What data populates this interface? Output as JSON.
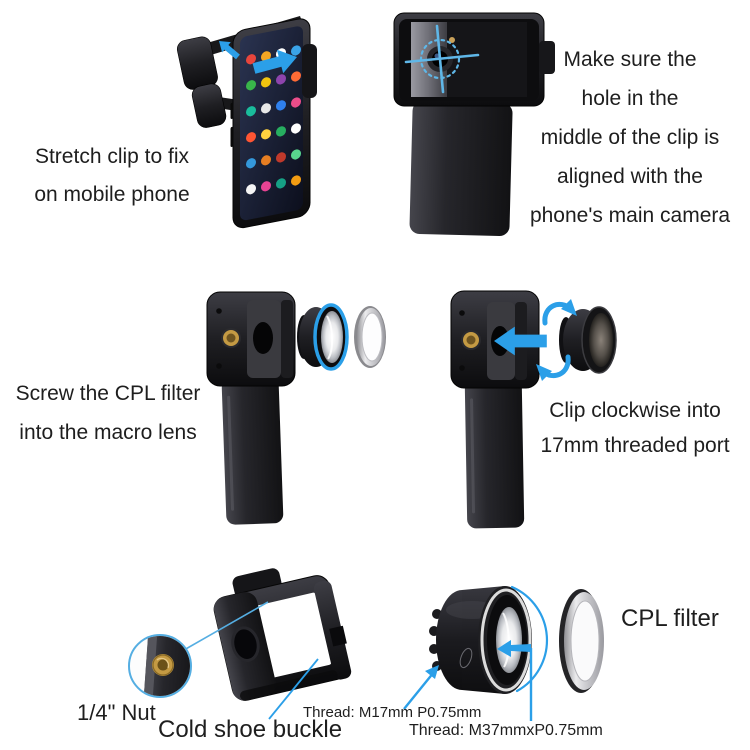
{
  "colors": {
    "background": "#ffffff",
    "text": "#1e1e1e",
    "accent_blue": "#2b9fe8",
    "crosshair_blue": "#5fb7e8",
    "nut_gold": "#c49a43"
  },
  "icons": {
    "stretch_arrows": "blue-direction-arrows",
    "alignment": "crosshair-over-camera",
    "rotation": "curved-rotation-arrows",
    "insert_arrow": "left-pointing-arrow",
    "magnifier": "zoom-detail-circle"
  },
  "steps": [
    {
      "id": "stretch-clip",
      "lines": [
        "Stretch clip to fix",
        "on mobile phone"
      ]
    },
    {
      "id": "align-camera",
      "lines": [
        "Make sure the",
        "hole in the",
        "middle of the clip is",
        "aligned with the",
        "phone's main camera"
      ]
    },
    {
      "id": "screw-cpl",
      "lines": [
        "Screw the CPL filter",
        "into the macro lens"
      ]
    },
    {
      "id": "clip-clockwise",
      "lines": [
        "Clip clockwise into",
        "17mm threaded port"
      ]
    }
  ],
  "part_labels": {
    "quarter_nut": "1/4\" Nut",
    "cold_shoe": "Cold shoe buckle",
    "thread_17": "Thread: M17mm P0.75mm",
    "thread_37": "Thread: M37mmxP0.75mm",
    "cpl_filter": "CPL filter"
  }
}
